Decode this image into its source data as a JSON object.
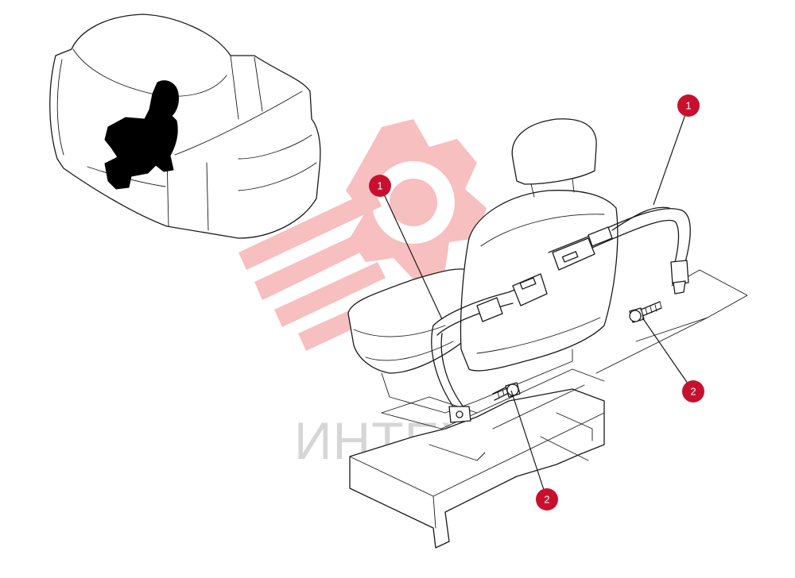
{
  "callouts": [
    {
      "label": "1"
    },
    {
      "label": "1"
    },
    {
      "label": "2"
    },
    {
      "label": "2"
    }
  ],
  "watermark": {
    "text": "ИНТЕХ",
    "color": "#f28b8b"
  },
  "colors": {
    "callout_fill": "#c8102e",
    "line": "#1a1a1a"
  }
}
